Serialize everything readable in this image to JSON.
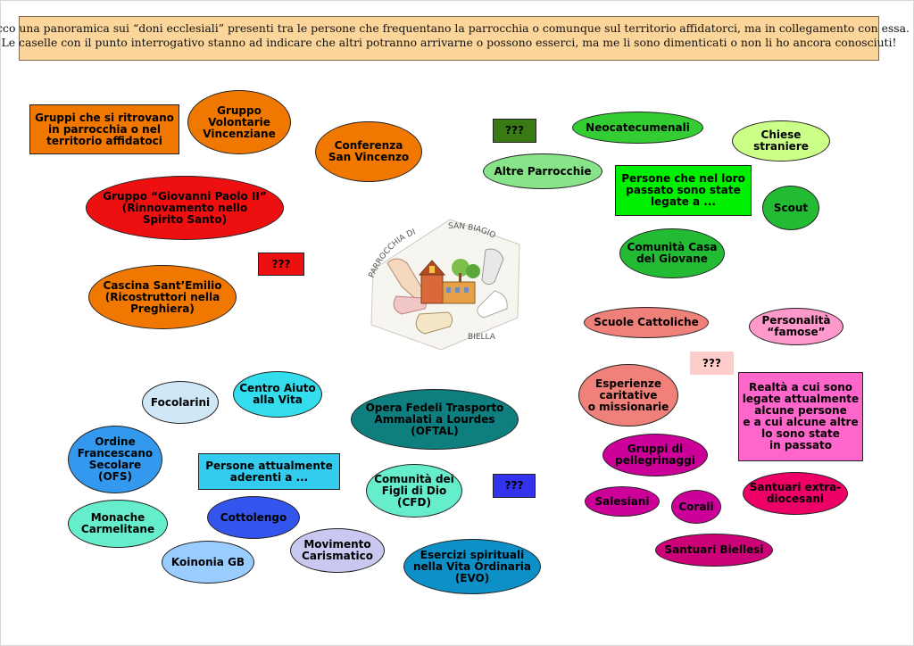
{
  "intro": {
    "line1": "Ecco una panoramica sui “doni ecclesiali” presenti tra le persone che frequentano la parrocchia o comunque sul territorio affidatorci, ma in collegamento con essa.",
    "line2": "Le caselle con il punto interrogativo stanno ad indicare che altri potranno arrivarne o possono esserci, ma me li sono dimenticati o non li ho ancora conosciuti!"
  },
  "logo": {
    "text_left": "PARROCCHIA DI",
    "text_right": "SAN BIAGIO",
    "text_bottom": "BIELLA"
  },
  "colors": {
    "orange": "#f07800",
    "red": "#ee1010",
    "dark_green": "#3a7a14",
    "light_green": "#88e488",
    "green": "#33cc33",
    "lime": "#00ee00",
    "pink_salmon": "#f0807a",
    "magenta": "#cc0099",
    "light_pink": "#ff99cc",
    "light_blue": "#cfe7f7",
    "cyan": "#33ccee",
    "teal": "#0f7e7e",
    "blue": "#3399ee",
    "royal_blue": "#3355ee",
    "lavender": "#c8c8f0"
  },
  "nodes": [
    {
      "id": "gruppi-ritrovano",
      "label": "Gruppi che si ritrovano\nin parrocchia o nel\nterritorio affidatoci"
    },
    {
      "id": "gruppo-volontarie",
      "label": "Gruppo\nVolontarie\nVincenziane"
    },
    {
      "id": "conferenza-vincenzo",
      "label": "Conferenza\nSan Vincenzo"
    },
    {
      "id": "giovanni-paolo",
      "label": "Gruppo “Giovanni Paolo II”\n(Rinnovamento nello\nSpirito Santo)"
    },
    {
      "id": "unknown-red",
      "label": "???"
    },
    {
      "id": "cascina-emilio",
      "label": "Cascina Sant’Emilio\n(Ricostruttori nella\nPreghiera)"
    },
    {
      "id": "unknown-dark-green",
      "label": "???"
    },
    {
      "id": "neocatecumenali",
      "label": "Neocatecumenali"
    },
    {
      "id": "chiese-straniere",
      "label": "Chiese\nstraniere"
    },
    {
      "id": "altre-parrocchie",
      "label": "Altre Parrocchie"
    },
    {
      "id": "persone-passato",
      "label": "Persone che nel loro\npassato sono state\nlegate a ..."
    },
    {
      "id": "scout",
      "label": "Scout"
    },
    {
      "id": "comunita-casa",
      "label": "Comunità Casa\ndel Giovane"
    },
    {
      "id": "scuole-cattoliche",
      "label": "Scuole Cattoliche"
    },
    {
      "id": "personalita-famose",
      "label": "Personalità\n“famose”"
    },
    {
      "id": "unknown-pink",
      "label": "???"
    },
    {
      "id": "esperienze-caritative",
      "label": "Esperienze\ncaritative\no missionarie"
    },
    {
      "id": "realta-legate",
      "label": "Realtà a cui sono\nlegate attualmente\nalcune persone\ne a cui alcune altre\nlo sono state\nin passato"
    },
    {
      "id": "gruppi-pellegrinaggi",
      "label": "Gruppi di\npellegrinaggi"
    },
    {
      "id": "salesiani",
      "label": "Salesiani"
    },
    {
      "id": "corali",
      "label": "Corali"
    },
    {
      "id": "santuari-extra",
      "label": "Santuari extra-\ndiocesani"
    },
    {
      "id": "santuari-biellesi",
      "label": "Santuari Biellesi"
    },
    {
      "id": "focolarini",
      "label": "Focolarini"
    },
    {
      "id": "centro-aiuto",
      "label": "Centro Aiuto\nalla Vita"
    },
    {
      "id": "opera-fedeli",
      "label": "Opera Fedeli Trasporto\nAmmalati a Lourdes\n(OFTAL)"
    },
    {
      "id": "ordine-francescano",
      "label": "Ordine\nFrancescano\nSecolare\n(OFS)"
    },
    {
      "id": "persone-attualmente",
      "label": "Persone attualmente\naderenti a ..."
    },
    {
      "id": "comunita-figli",
      "label": "Comunità dei\nFigli di Dio\n(CFD)"
    },
    {
      "id": "unknown-blue",
      "label": "???"
    },
    {
      "id": "monache-carmelitane",
      "label": "Monache\nCarmelitane"
    },
    {
      "id": "cottolengo",
      "label": "Cottolengo"
    },
    {
      "id": "movimento-carismatico",
      "label": "Movimento\nCarismatico"
    },
    {
      "id": "koinonia-gb",
      "label": "Koinonia GB"
    },
    {
      "id": "esercizi-spirituali",
      "label": "Esercizi spirituali\nnella Vita Ordinaria\n(EVO)"
    }
  ]
}
